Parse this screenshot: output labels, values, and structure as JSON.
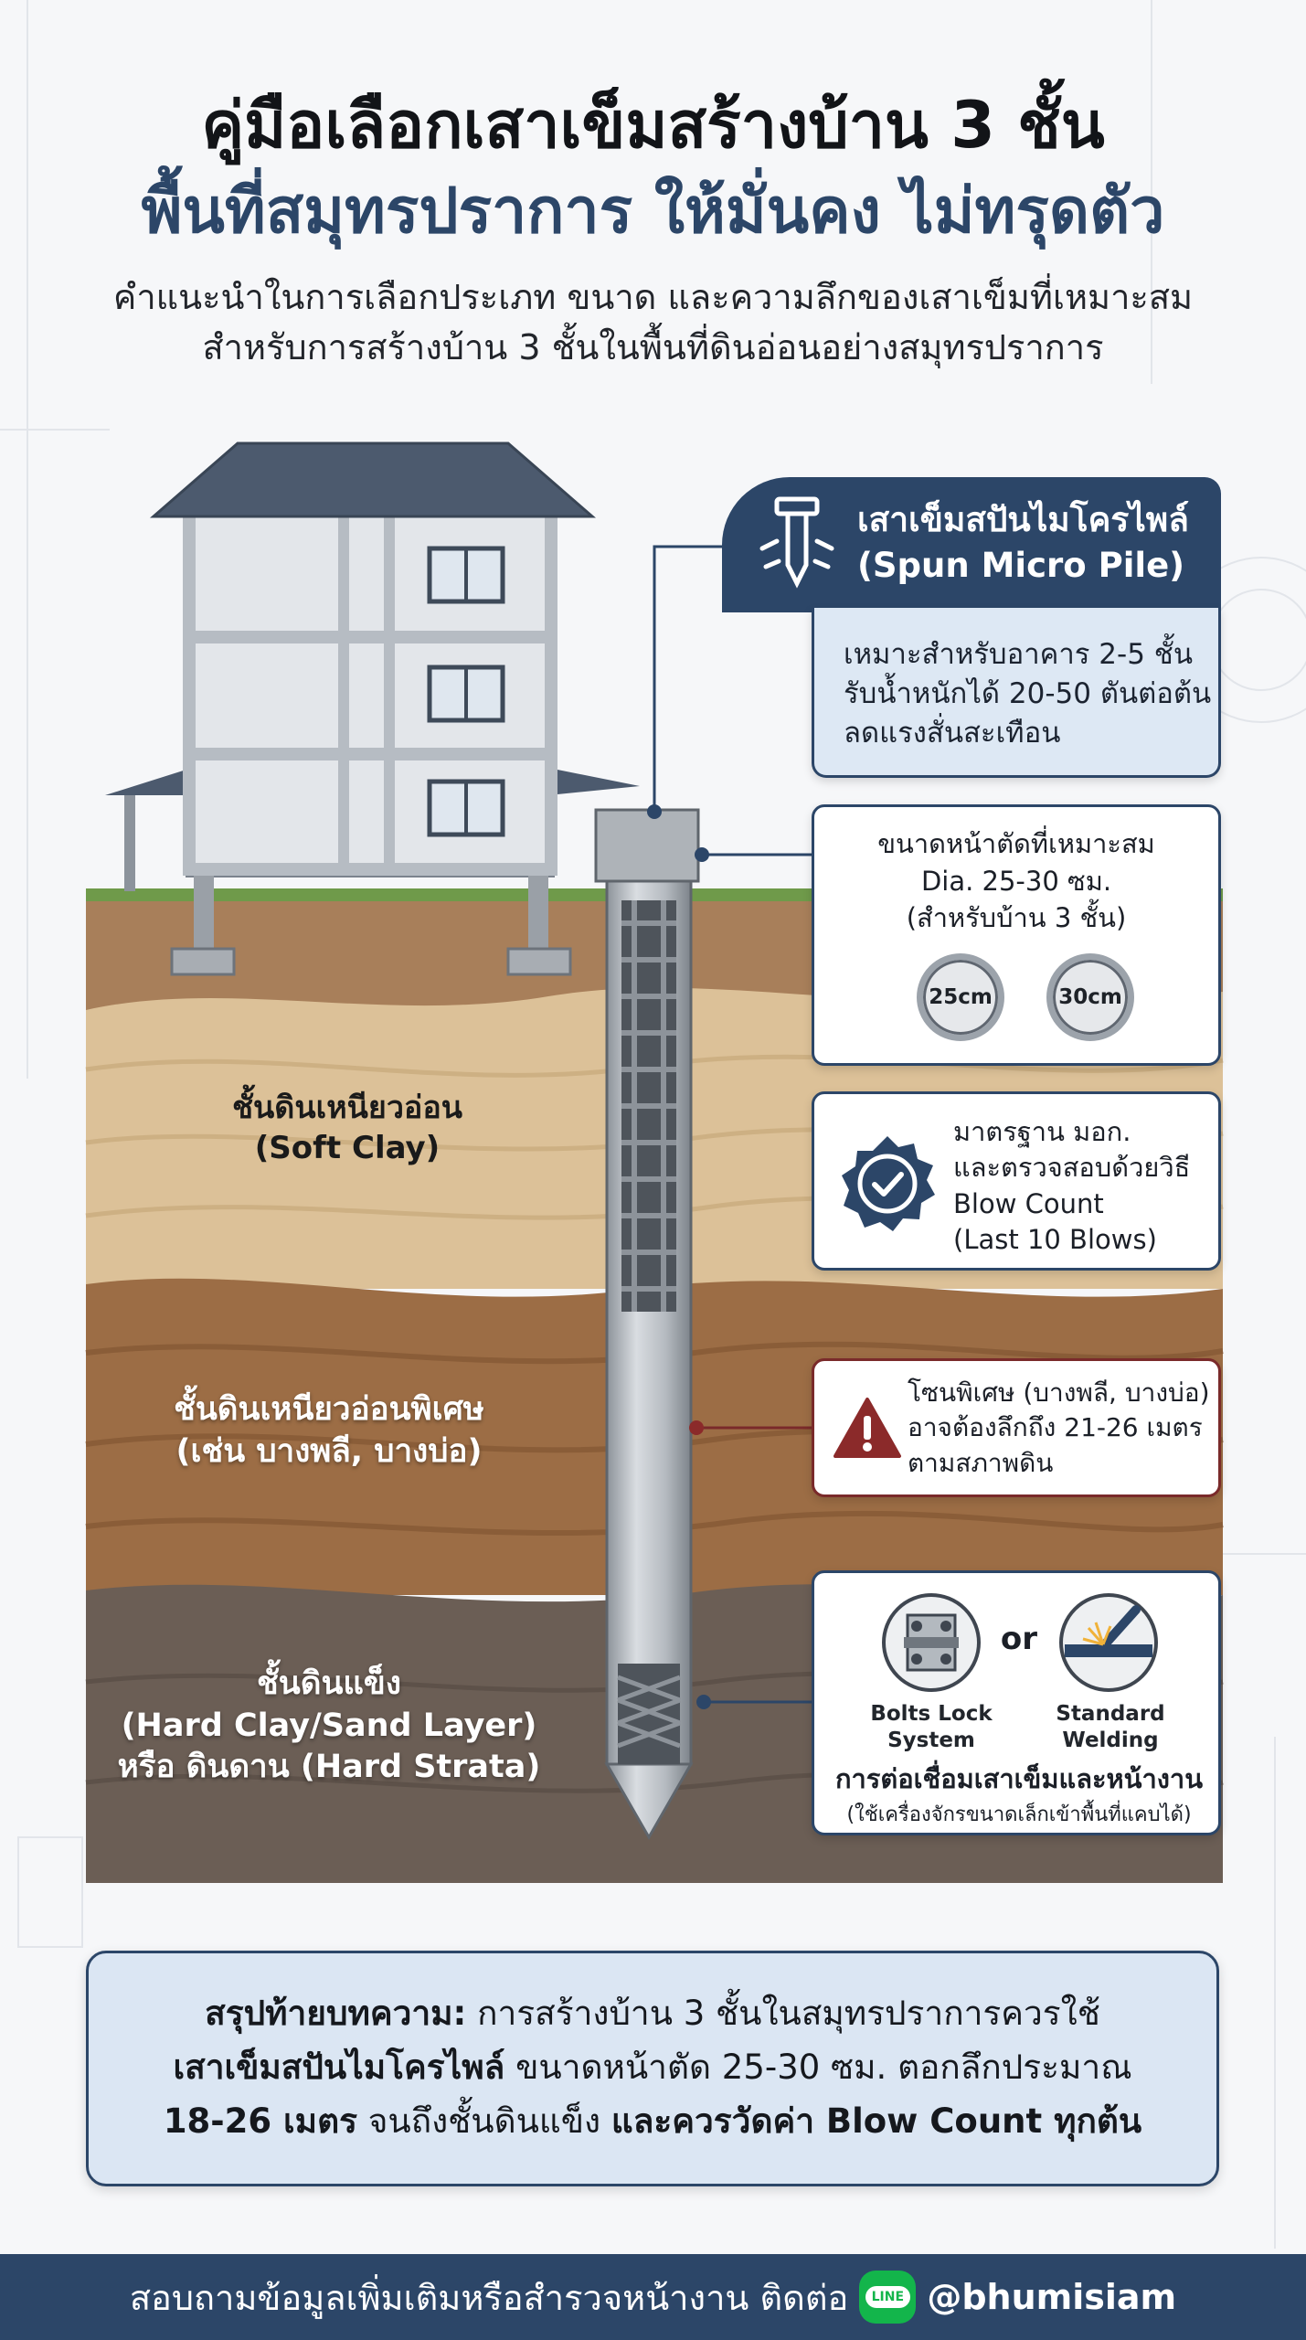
{
  "header": {
    "title_line1": "คู่มือเลือกเสาเข็มสร้างบ้าน 3 ชั้น",
    "title_line2": "พื้นที่สมุทรปราการ ให้มั่นคง ไม่ทรุดตัว",
    "subtitle_line1": "คำแนะนำในการเลือกประเภท ขนาด และความลึกของเสาเข็มที่เหมาะสม",
    "subtitle_line2": "สำหรับการสร้างบ้าน 3 ชั้นในพื้นที่ดินอ่อนอย่างสมุทรปราการ"
  },
  "soil_layers": {
    "soft_clay_th": "ชั้นดินเหนียวอ่อน",
    "soft_clay_en": "(Soft Clay)",
    "very_soft_th": "ชั้นดินเหนียวอ่อนพิเศษ",
    "very_soft_en": "(เช่น บางพลี, บางบ่อ)",
    "hard_th": "ชั้นดินแข็ง",
    "hard_en": "(Hard Clay/Sand Layer)",
    "hard_strata": "หรือ ดินดาน (Hard Strata)"
  },
  "pile_card": {
    "title_th": "เสาเข็มสปันไมโครไพล์",
    "title_en": "(Spun Micro Pile)",
    "line1": "เหมาะสำหรับอาคาร 2-5 ชั้น",
    "line2": "รับน้ำหนักได้ 20-50 ตันต่อต้น",
    "line3": "ลดแรงสั่นสะเทือน"
  },
  "size_card": {
    "line1": "ขนาดหน้าตัดที่เหมาะสม",
    "line2": "Dia. 25-30 ซม.",
    "line3": "(สำหรับบ้าน 3 ชั้น)",
    "size_a": "25cm",
    "size_b": "30cm"
  },
  "standard_card": {
    "line1": "มาตรฐาน มอก.",
    "line2": "และตรวจสอบด้วยวิธี",
    "line3": "Blow Count",
    "line4": "(Last 10 Blows)"
  },
  "warning_card": {
    "line1": "โซนพิเศษ (บางพลี, บางบ่อ)",
    "line2": "อาจต้องลึกถึง 21-26 เมตร",
    "line3": "ตามสภาพดิน"
  },
  "joint_card": {
    "option_a_line1": "Bolts Lock",
    "option_a_line2": "System",
    "or": "or",
    "option_b_line1": "Standard",
    "option_b_line2": "Welding",
    "title": "การต่อเชื่อมเสาเข็มและหน้างาน",
    "note": "(ใช้เครื่องจักรขนาดเล็กเข้าพื้นที่แคบได้)"
  },
  "summary": {
    "label": "สรุปท้ายบทความ:",
    "text1": " การสร้างบ้าน 3 ชั้นในสมุทรปราการควรใช้",
    "bold2": "เสาเข็มสปันไมโครไพล์",
    "text2": " ขนาดหน้าตัด 25-30 ซม. ตอกลึกประมาณ",
    "bold3a": "18-26 เมตร",
    "text3": " จนถึงชั้นดินแข็ง ",
    "bold3b": "และควรวัดค่า Blow Count ทุกต้น"
  },
  "footer": {
    "text": "สอบถามข้อมูลเพิ่มเติมหรือสำรวจหน้างาน ติดต่อ",
    "line_badge": "LINE",
    "handle": "@bhumisiam"
  },
  "colors": {
    "navy": "#2c4668",
    "card_bg": "#dde8f4",
    "warning_red": "#8b2a2a",
    "line_green": "#13b54b"
  },
  "icons": [
    "pile-icon",
    "check-badge-icon",
    "warning-icon",
    "bolt-lock-icon",
    "welding-icon",
    "line-app-icon"
  ]
}
